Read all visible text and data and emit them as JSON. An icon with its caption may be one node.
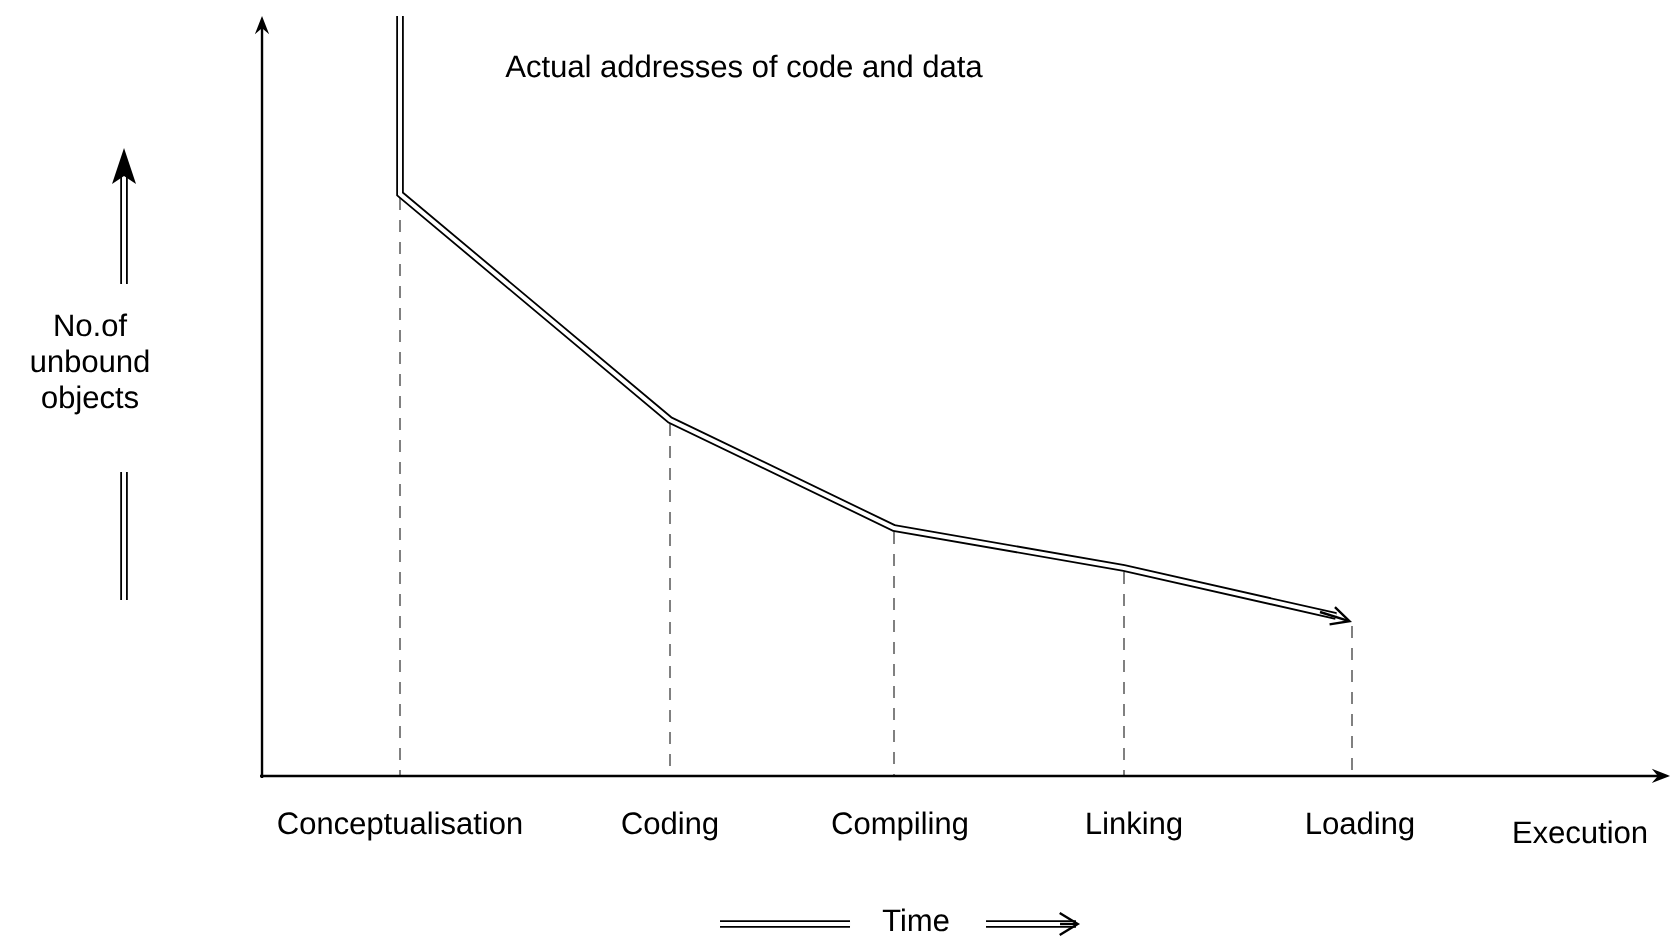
{
  "diagram": {
    "labels": [
      "Actual addresses of code and data",
      "No.of unbound objects",
      "Conceptualisation",
      "Coding",
      "Compiling",
      "Linking",
      "Loading",
      "Execution",
      "Time"
    ]
  }
}
